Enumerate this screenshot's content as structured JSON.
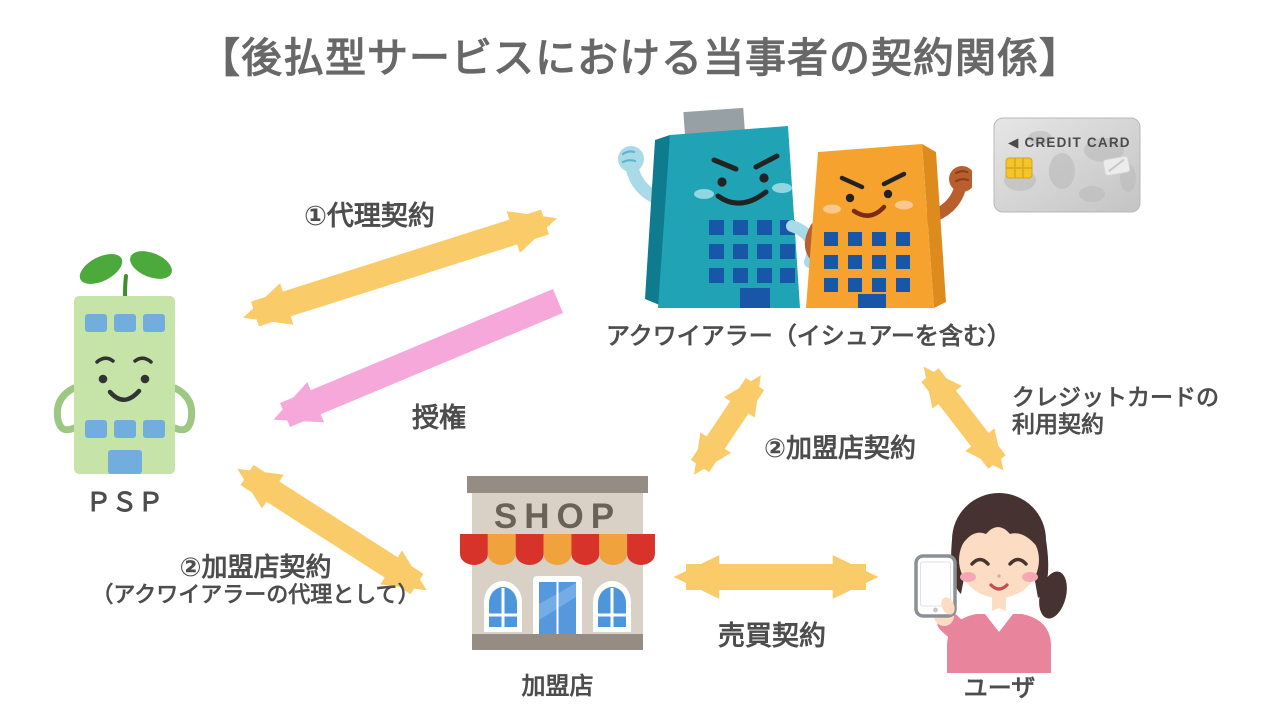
{
  "title": "【後払型サービスにおける当事者の契約関係】",
  "entities": {
    "psp": {
      "label": "ＰＳＰ"
    },
    "acquirer": {
      "label": "アクワイアラー（イシュアーを含む）"
    },
    "credit_card": {
      "text": "◀ CREDIT CARD"
    },
    "merchant": {
      "label": "加盟店",
      "sign": "SHOP"
    },
    "user": {
      "label": "ユーザ"
    }
  },
  "relations": {
    "agency_contract": {
      "label": "①代理契約"
    },
    "authorization": {
      "label": "授権"
    },
    "merchant_contract_acquirer": {
      "label": "②加盟店契約"
    },
    "merchant_contract_psp": {
      "label": "②加盟店契約",
      "sublabel": "（アクワイアラーの代理として）"
    },
    "card_usage_contract": {
      "label_line1": "クレジットカードの",
      "label_line2": "利用契約"
    },
    "sales_contract": {
      "label": "売買契約"
    }
  },
  "colors": {
    "arrow_orange": "#FACB69",
    "arrow_pink": "#F7A8DB",
    "title_gray": "#686868",
    "label_gray": "#4D4D4D"
  }
}
